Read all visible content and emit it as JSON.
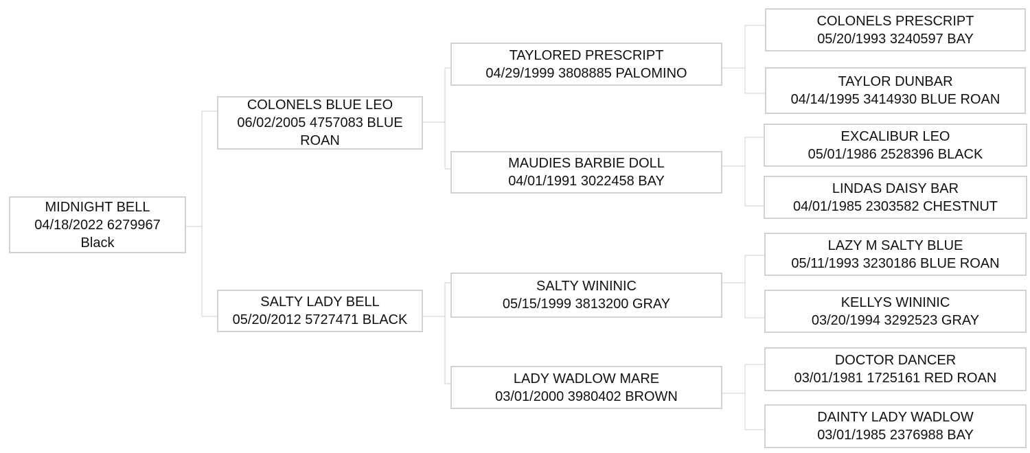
{
  "pedigree": {
    "subject": {
      "name": "MIDNIGHT BELL",
      "details": "04/18/2022 6279967 Black"
    },
    "sire": {
      "name": "COLONELS BLUE LEO",
      "details": "06/02/2005 4757083 BLUE ROAN"
    },
    "dam": {
      "name": "SALTY LADY BELL",
      "details": "05/20/2012 5727471 BLACK"
    },
    "sire_sire": {
      "name": "TAYLORED PRESCRIPT",
      "details": "04/29/1999 3808885 PALOMINO"
    },
    "sire_dam": {
      "name": "MAUDIES BARBIE DOLL",
      "details": "04/01/1991 3022458 BAY"
    },
    "dam_sire": {
      "name": "SALTY WININIC",
      "details": "05/15/1999 3813200 GRAY"
    },
    "dam_dam": {
      "name": "LADY WADLOW MARE",
      "details": "03/01/2000 3980402 BROWN"
    },
    "sire_sire_sire": {
      "name": "COLONELS PRESCRIPT",
      "details": "05/20/1993 3240597 BAY"
    },
    "sire_sire_dam": {
      "name": "TAYLOR DUNBAR",
      "details": "04/14/1995 3414930 BLUE ROAN"
    },
    "sire_dam_sire": {
      "name": "EXCALIBUR LEO",
      "details": "05/01/1986 2528396 BLACK"
    },
    "sire_dam_dam": {
      "name": "LINDAS DAISY BAR",
      "details": "04/01/1985 2303582 CHESTNUT"
    },
    "dam_sire_sire": {
      "name": "LAZY M SALTY BLUE",
      "details": "05/11/1993 3230186 BLUE ROAN"
    },
    "dam_sire_dam": {
      "name": "KELLYS WININIC",
      "details": "03/20/1994 3292523 GRAY"
    },
    "dam_dam_sire": {
      "name": "DOCTOR DANCER",
      "details": "03/01/1981 1725161 RED ROAN"
    },
    "dam_dam_dam": {
      "name": "DAINTY LADY WADLOW",
      "details": "03/01/1985 2376988 BAY"
    }
  }
}
